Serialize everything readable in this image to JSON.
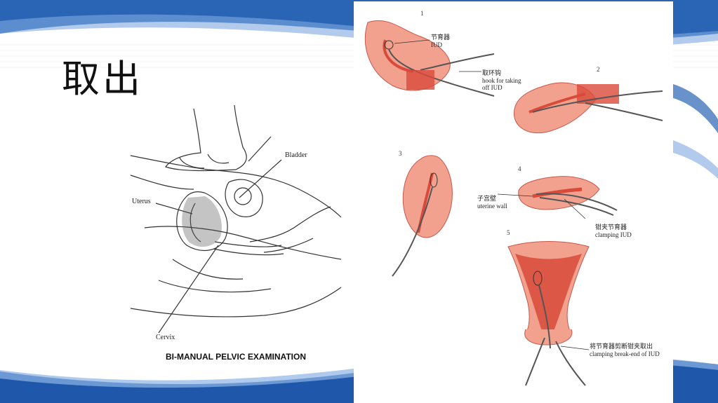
{
  "slide": {
    "title": "取出",
    "colors": {
      "blue_dark": "#1d56a8",
      "blue_light": "#5b8fd6",
      "tissue": "#f2a18f",
      "tissue_dark": "#d94a3a"
    }
  },
  "left_figure": {
    "labels": {
      "bladder": "Bladder",
      "uterus": "Uterus",
      "cervix": "Cervix"
    },
    "caption": "BI-MANUAL PELVIC EXAMINATION"
  },
  "right_figure": {
    "steps": [
      "1",
      "2",
      "3",
      "4",
      "5"
    ],
    "labels": {
      "iud_cn": "节育器",
      "iud_en": "IUD",
      "hook_cn": "取环钩",
      "hook_en_1": "hook for taking",
      "hook_en_2": "off IUD",
      "wall_cn": "子宫壁",
      "wall_en": "uterine wall",
      "clamp_cn": "钳夹节育器",
      "clamp_en": "clamping IUD",
      "break_cn": "将节育器剪断钳夹取出",
      "break_en": "clamping break-end of IUD"
    }
  }
}
